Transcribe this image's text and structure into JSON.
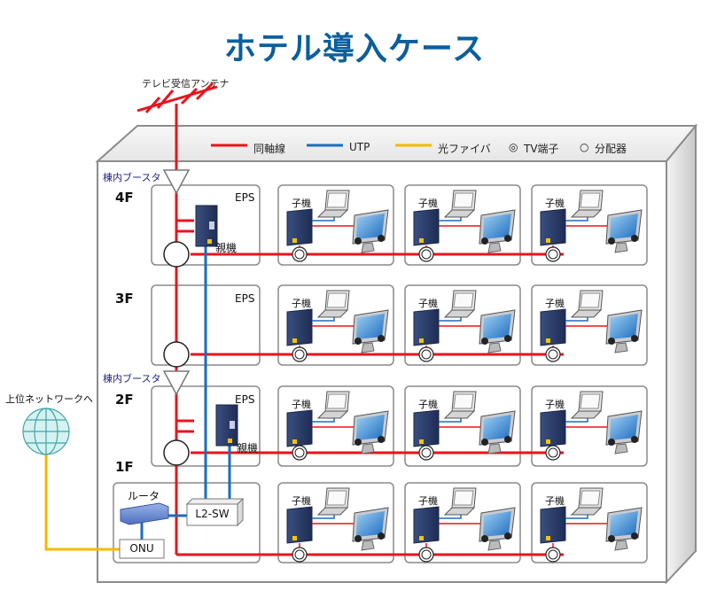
{
  "title": "ホテル導入ケース",
  "antenna": {
    "label": "テレビ受信アンテナ",
    "icon": "tv-antenna-icon"
  },
  "legend": {
    "items": [
      {
        "id": "coax",
        "label": "同軸線",
        "type": "line",
        "color": "#e8141c"
      },
      {
        "id": "utp",
        "label": "UTP",
        "type": "line",
        "color": "#1a6dbf"
      },
      {
        "id": "fiber",
        "label": "光ファイバ",
        "type": "line",
        "color": "#f5b800"
      },
      {
        "id": "tv-outlet",
        "label": "TV端子",
        "type": "symbol",
        "symbol": "◎"
      },
      {
        "id": "splitter",
        "label": "分配器",
        "type": "symbol",
        "symbol": "○"
      }
    ]
  },
  "colors": {
    "coax": "#e8141c",
    "utp": "#1a6dbf",
    "fiber": "#f5b800",
    "title": "#0a5f9c",
    "booster_label": "#22228a",
    "building_edge": "#8c8c8c",
    "room_border": "#8a8a8a",
    "globe": "#5bbdbd"
  },
  "boosters": [
    {
      "label": "棟内ブースタ",
      "position": "above-4F"
    },
    {
      "label": "棟内ブースタ",
      "position": "above-2F"
    }
  ],
  "uplink": {
    "label": "上位ネットワークへ",
    "icon": "globe-icon"
  },
  "floors": [
    {
      "label": "4F",
      "eps": "EPS",
      "master": "親機",
      "has_master": true,
      "rooms": [
        {
          "device": "子機"
        },
        {
          "device": "子機"
        },
        {
          "device": "子機"
        }
      ]
    },
    {
      "label": "3F",
      "eps": "EPS",
      "master": "",
      "has_master": false,
      "rooms": [
        {
          "device": "子機"
        },
        {
          "device": "子機"
        },
        {
          "device": "子機"
        }
      ]
    },
    {
      "label": "2F",
      "eps": "EPS",
      "master": "親機",
      "has_master": true,
      "rooms": [
        {
          "device": "子機"
        },
        {
          "device": "子機"
        },
        {
          "device": "子機"
        }
      ]
    },
    {
      "label": "1F",
      "router": "ルータ",
      "switch": "L2-SW",
      "onu": "ONU",
      "rooms": [
        {
          "device": "子機"
        },
        {
          "device": "子機"
        },
        {
          "device": "子機"
        }
      ]
    }
  ]
}
